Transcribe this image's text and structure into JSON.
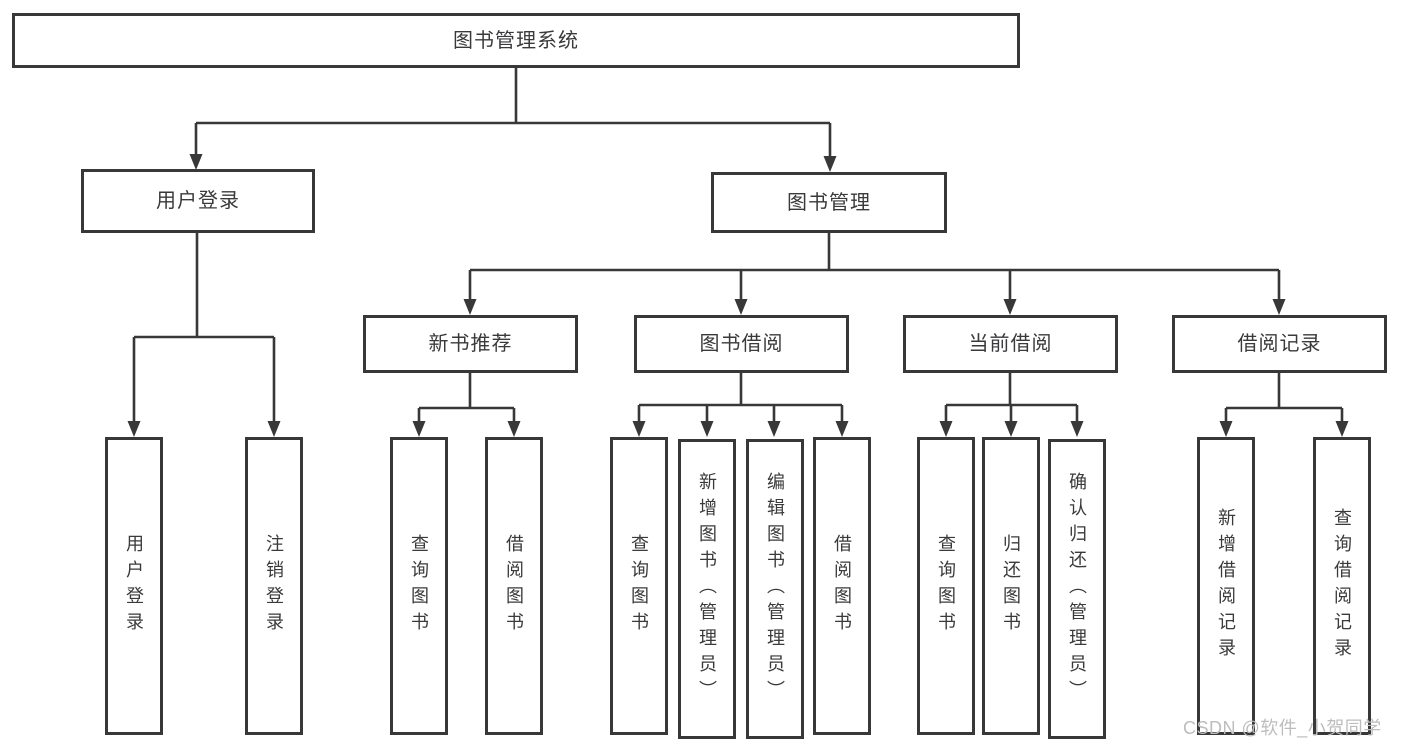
{
  "diagram": {
    "root": {
      "label": "图书管理系统"
    },
    "level2": [
      {
        "label": "用户登录"
      },
      {
        "label": "图书管理"
      }
    ],
    "level3": [
      {
        "label": "新书推荐"
      },
      {
        "label": "图书借阅"
      },
      {
        "label": "当前借阅"
      },
      {
        "label": "借阅记录"
      }
    ],
    "leaves": {
      "user_login": [
        "用户登录",
        "注销登录"
      ],
      "new_book": [
        "查询图书",
        "借阅图书"
      ],
      "book_borrow": [
        "查询图书",
        "新增图书（管理员）",
        "编辑图书（管理员）",
        "借阅图书"
      ],
      "current_borrow": [
        "查询图书",
        "归还图书",
        "确认归还（管理员）"
      ],
      "borrow_record": [
        "新增借阅记录",
        "查询借阅记录"
      ]
    }
  },
  "watermark": "CSDN @软件_小贺同学",
  "colors": {
    "line": "#383838",
    "text": "#3a3a3c",
    "watermark": "#bdbdbd",
    "background": "#ffffff"
  }
}
